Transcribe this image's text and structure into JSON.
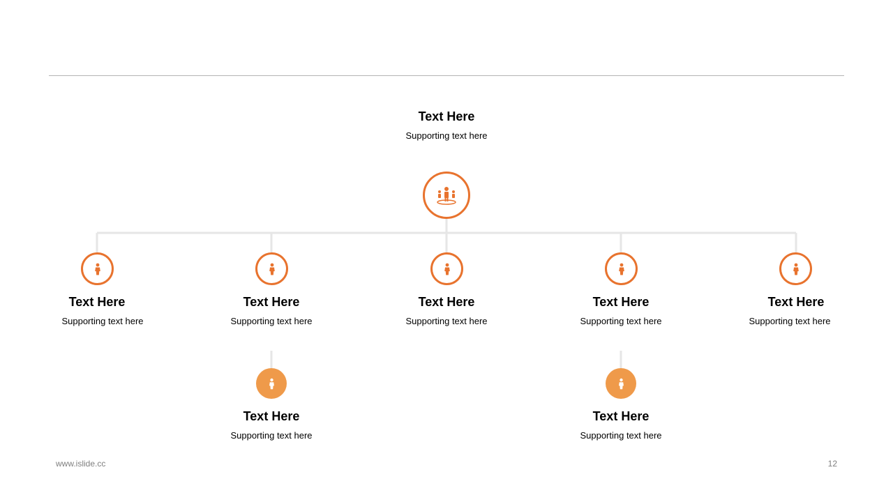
{
  "colors": {
    "accent": "#e8732e",
    "accent_light": "#ef9a4a",
    "connector": "#e6e6e6",
    "rule": "#b4b4b4"
  },
  "root": {
    "title": "Text Here",
    "subtitle": "Supporting  text here",
    "icon": "leader-team-icon"
  },
  "level1": [
    {
      "title": "Text Here",
      "subtitle": "Supporting  text here",
      "icon": "person-icon"
    },
    {
      "title": "Text Here",
      "subtitle": "Supporting  text here",
      "icon": "person-icon"
    },
    {
      "title": "Text Here",
      "subtitle": "Supporting  text here",
      "icon": "person-icon"
    },
    {
      "title": "Text Here",
      "subtitle": "Supporting  text here",
      "icon": "person-icon"
    },
    {
      "title": "Text Here",
      "subtitle": "Supporting  text here",
      "icon": "person-icon"
    }
  ],
  "level2": [
    {
      "title": "Text Here",
      "subtitle": "Supporting  text here",
      "icon": "person-icon"
    },
    {
      "title": "Text Here",
      "subtitle": "Supporting  text here",
      "icon": "person-icon"
    }
  ],
  "footer": {
    "url": "www.islide.cc",
    "page_number": "12"
  }
}
